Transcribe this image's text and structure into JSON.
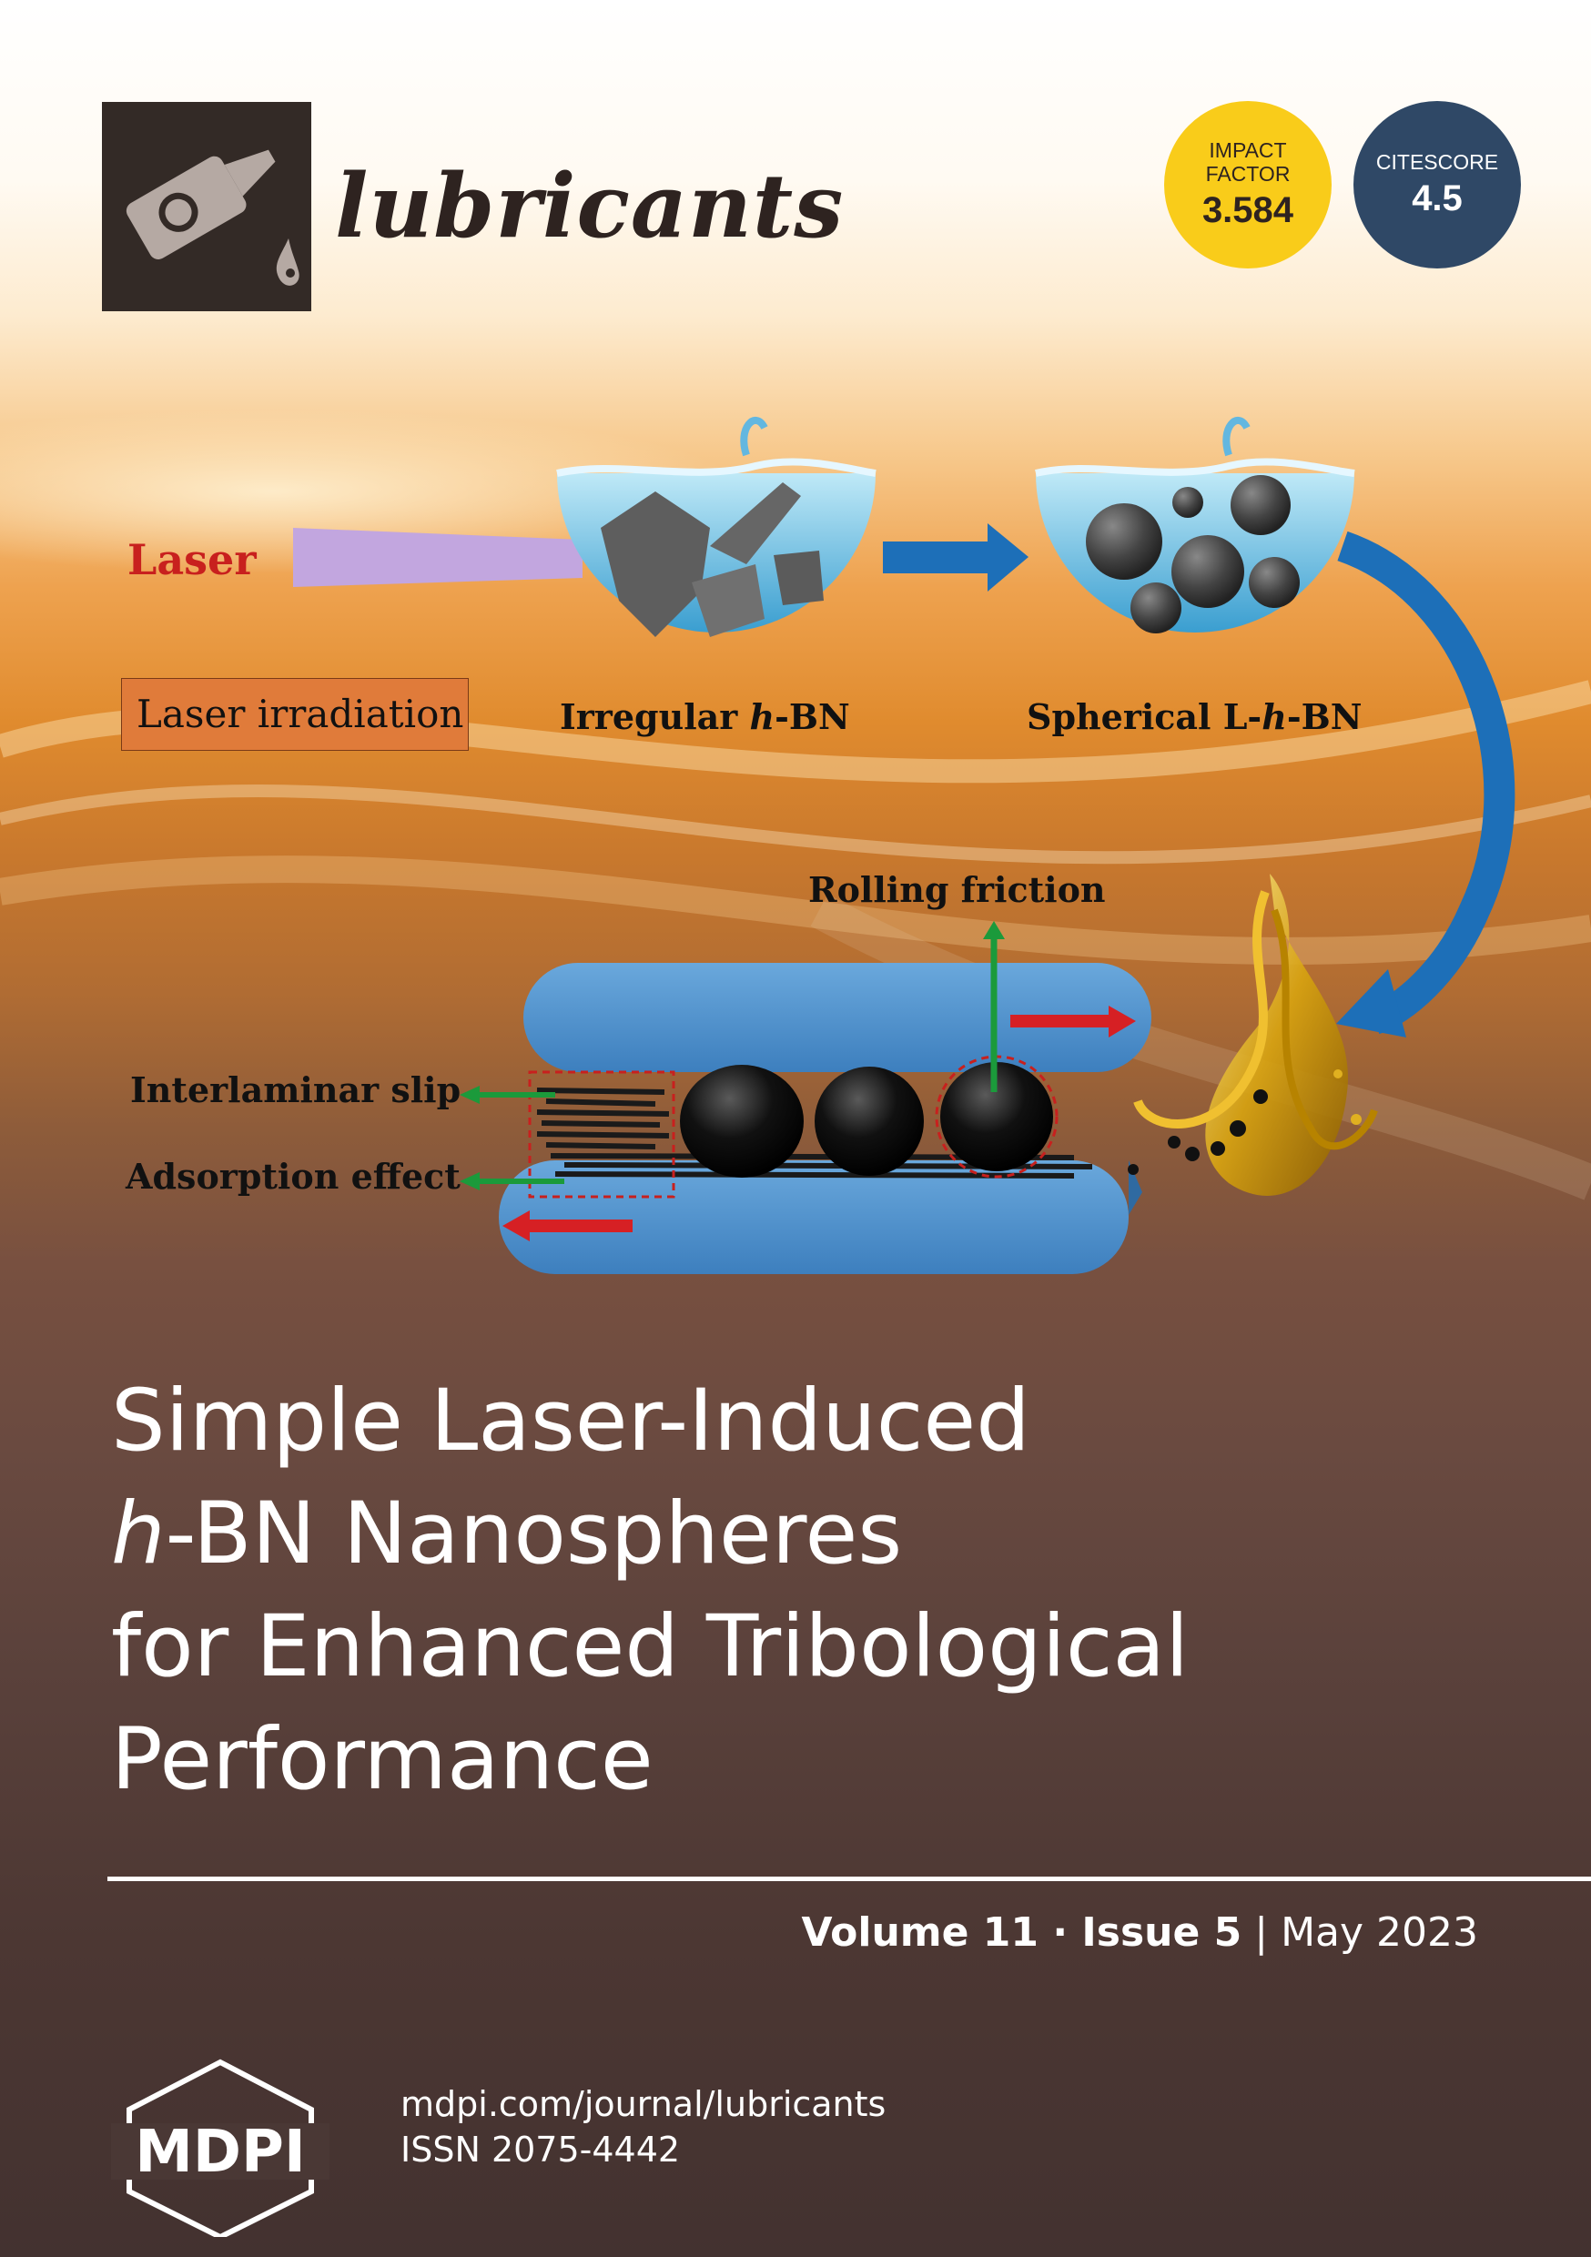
{
  "journal": {
    "name": "lubricants"
  },
  "badges": {
    "impact_factor": {
      "label_line1": "IMPACT",
      "label_line2": "FACTOR",
      "value": "3.584"
    },
    "citescore": {
      "label": "CITESCORE",
      "value": "4.5"
    }
  },
  "figure": {
    "laser": "Laser",
    "laser_irradiation": "Laser irradiation",
    "irregular_prefix": "Irregular ",
    "irregular_h": "h",
    "irregular_suffix": "-BN",
    "spherical_prefix": "Spherical L-",
    "spherical_h": "h",
    "spherical_suffix": "-BN",
    "rolling_friction": "Rolling friction",
    "interlaminar_slip": "Interlaminar slip",
    "adsorption_effect": "Adsorption effect"
  },
  "cover_title": {
    "line1": "Simple Laser-Induced",
    "line2_italic": "h",
    "line2_rest": "-BN Nanospheres",
    "line3": "for Enhanced Tribological",
    "line4": "Performance"
  },
  "issue": {
    "volume": "Volume 11",
    "separator": " · ",
    "issue": "Issue 5",
    "divider": " | ",
    "date": "May 2023"
  },
  "footer": {
    "publisher": "MDPI",
    "url": "mdpi.com/journal/lubricants",
    "issn": "ISSN 2075-4442"
  },
  "colors": {
    "if_badge": "#f9cc1a",
    "citescore_badge": "#2f4866",
    "laser_text": "#c8201e",
    "irradiation_box": "#e07b3a"
  }
}
